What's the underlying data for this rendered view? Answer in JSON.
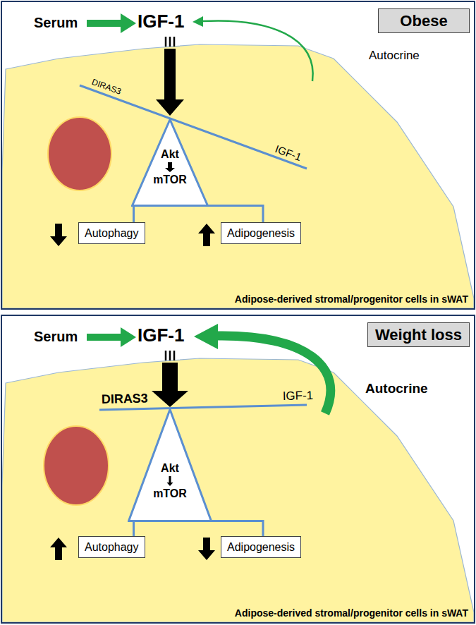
{
  "diagram": {
    "nodes": [
      {
        "text": [
          "Adipose-derived stromal/progenitor cells in sWAT"
        ]
      },
      {
        "text": [
          "Obese"
        ],
        "in": 0
      },
      {
        "text": [
          "Akt",
          "mTOR"
        ],
        "in": 0
      },
      {
        "text": [
          "Autophagy"
        ],
        "in": 0
      },
      {
        "text": [
          "Adipogenesis"
        ],
        "in": 0
      },
      {
        "text": [
          "Adipose-derived stromal/progenitor cells in sWAT"
        ]
      },
      {
        "text": [
          "Weight loss"
        ],
        "in": 5
      },
      {
        "text": [
          "Akt",
          "mTOR"
        ],
        "in": 5
      },
      {
        "text": [
          "Autophagy"
        ],
        "in": 5
      },
      {
        "text": [
          "Adipogenesis"
        ],
        "in": 5
      }
    ],
    "edges": [
      {
        "from": 2,
        "to": 3,
        "arrow": "none"
      },
      {
        "from": 2,
        "to": 4,
        "arrow": "none"
      },
      {
        "from": 7,
        "to": 8,
        "arrow": "none"
      },
      {
        "from": 7,
        "to": 9,
        "arrow": "none"
      }
    ],
    "labels": [
      "Serum",
      "IGF-1",
      "Autocrine",
      "DIRAS3",
      "IGF-1",
      "Serum",
      "IGF-1",
      "Autocrine",
      "DIRAS3",
      "IGF-1"
    ]
  }
}
